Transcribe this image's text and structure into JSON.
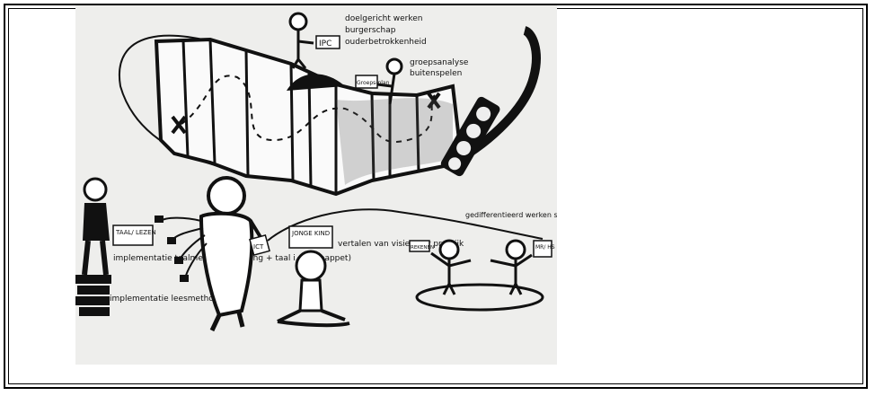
{
  "scene": {
    "kind": "photo-of-hand-drawn-poster",
    "background": "#ffffff",
    "paper": "#e9e8e6",
    "ink": "#111111"
  },
  "notes": {
    "top": {
      "label_sign": "IPC",
      "items": [
        "doelgericht werken",
        "burgerschap",
        "ouderbetrokkenheid"
      ]
    },
    "middle_right": {
      "label_sign": "Groeps-plan",
      "items": [
        "groepsanalyse",
        "buitenspelen"
      ]
    },
    "left": {
      "label_sign": "TAAL/ LEZEN",
      "items": [
        "implementatie taalmethode (spelling + taal i.c.m snappet)",
        "implementatie leesmethode"
      ]
    },
    "center": {
      "label_sign": "ICT"
    },
    "kid": {
      "label_sign": "JONGE KIND",
      "items": [
        "vertalen van visie naar praktijk"
      ]
    },
    "right": {
      "left_sign": "REKENEN",
      "right_sign": "MR/ HS",
      "items": [
        "gedifferentieerd werken startend bij rekenen"
      ]
    }
  }
}
